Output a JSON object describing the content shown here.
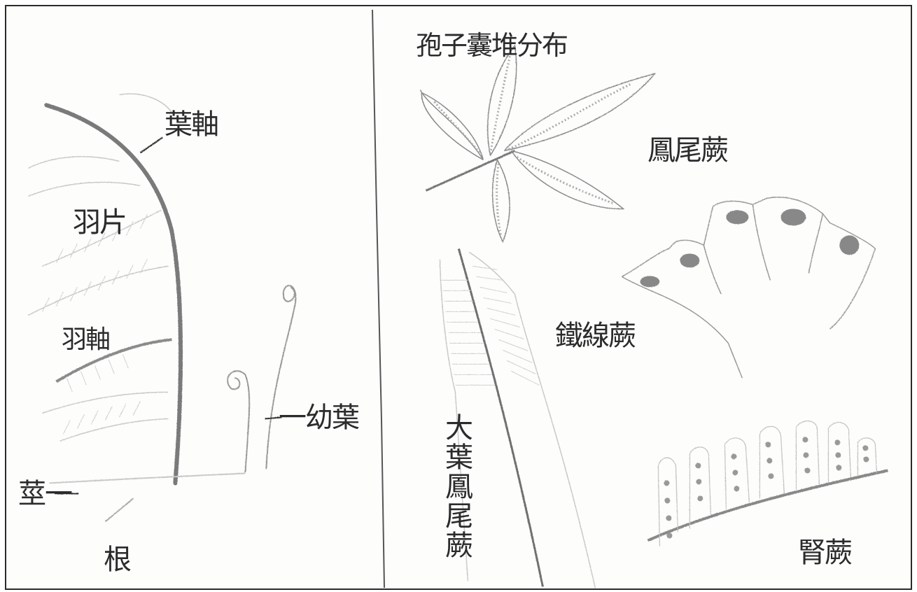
{
  "left_panel": {
    "rachis": "葉軸",
    "pinna": "羽片",
    "pinna_rachis": "羽軸",
    "fiddlehead": "一幼葉",
    "stem": "莖一",
    "root": "根"
  },
  "right_panel": {
    "sorus_distribution": "孢子囊堆分布",
    "pteris_fern": "鳳尾蕨",
    "maidenhair_fern": "鐵線蕨",
    "large_pteris_fern": "大葉鳳尾蕨",
    "nephrolepis_fern": "腎蕨"
  },
  "colors": {
    "pencil": "#6a6a6a",
    "pencil_light": "#b8b8b8",
    "paper": "#fdfdfc",
    "border": "#2a2a2a"
  }
}
